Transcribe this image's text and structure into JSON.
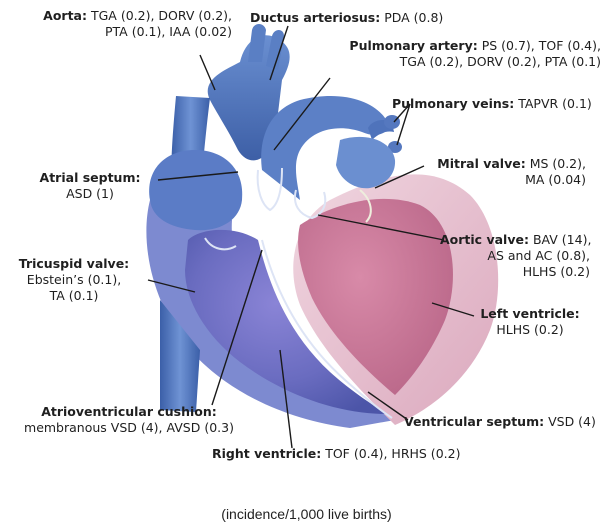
{
  "labels": {
    "aorta": {
      "name": "Aorta:",
      "line1": "TGA (0.2), DORV (0.2),",
      "line2": "PTA (0.1), IAA (0.02)"
    },
    "ductus": {
      "name": "Ductus arteriosus:",
      "line1": "PDA (0.8)"
    },
    "pulmonary_artery": {
      "name": "Pulmonary artery:",
      "line1": "PS (0.7), TOF (0.4),",
      "line2": "TGA (0.2), DORV (0.2), PTA (0.1)"
    },
    "pulmonary_veins": {
      "name": "Pulmonary veins:",
      "line1": "TAPVR (0.1)"
    },
    "mitral_valve": {
      "name": "Mitral valve:",
      "line1": "MS (0.2),",
      "line2": "MA (0.04)"
    },
    "atrial_septum": {
      "name": "Atrial septum:",
      "line1": "ASD (1)"
    },
    "aortic_valve": {
      "name": "Aortic valve:",
      "line1": "BAV (14),",
      "line2": "AS and AC (0.8),",
      "line3": "HLHS (0.2)"
    },
    "tricuspid_valve": {
      "name": "Tricuspid valve:",
      "line1": "Ebstein’s (0.1),",
      "line2": "TA (0.1)"
    },
    "left_ventricle": {
      "name": "Left ventricle:",
      "line1": "HLHS (0.2)"
    },
    "av_cushion": {
      "name": "Atrioventricular cushion:",
      "line1": "membranous VSD (4), AVSD (0.3)"
    },
    "ventricular_septum": {
      "name": "Ventricular septum:",
      "line1": "VSD (4)"
    },
    "right_ventricle": {
      "name": "Right ventricle:",
      "line1": "TOF (0.4), HRHS (0.2)"
    }
  },
  "footer": "(incidence/1,000 live births)",
  "colors": {
    "vessel_blue": "#4a6fb8",
    "vessel_dark": "#2f4f96",
    "right_ventricle": "#6b6fc2",
    "left_ventricle": "#c97a9a",
    "heart_rim": "#e9c9d6",
    "leader_line": "#1a1a1a"
  }
}
